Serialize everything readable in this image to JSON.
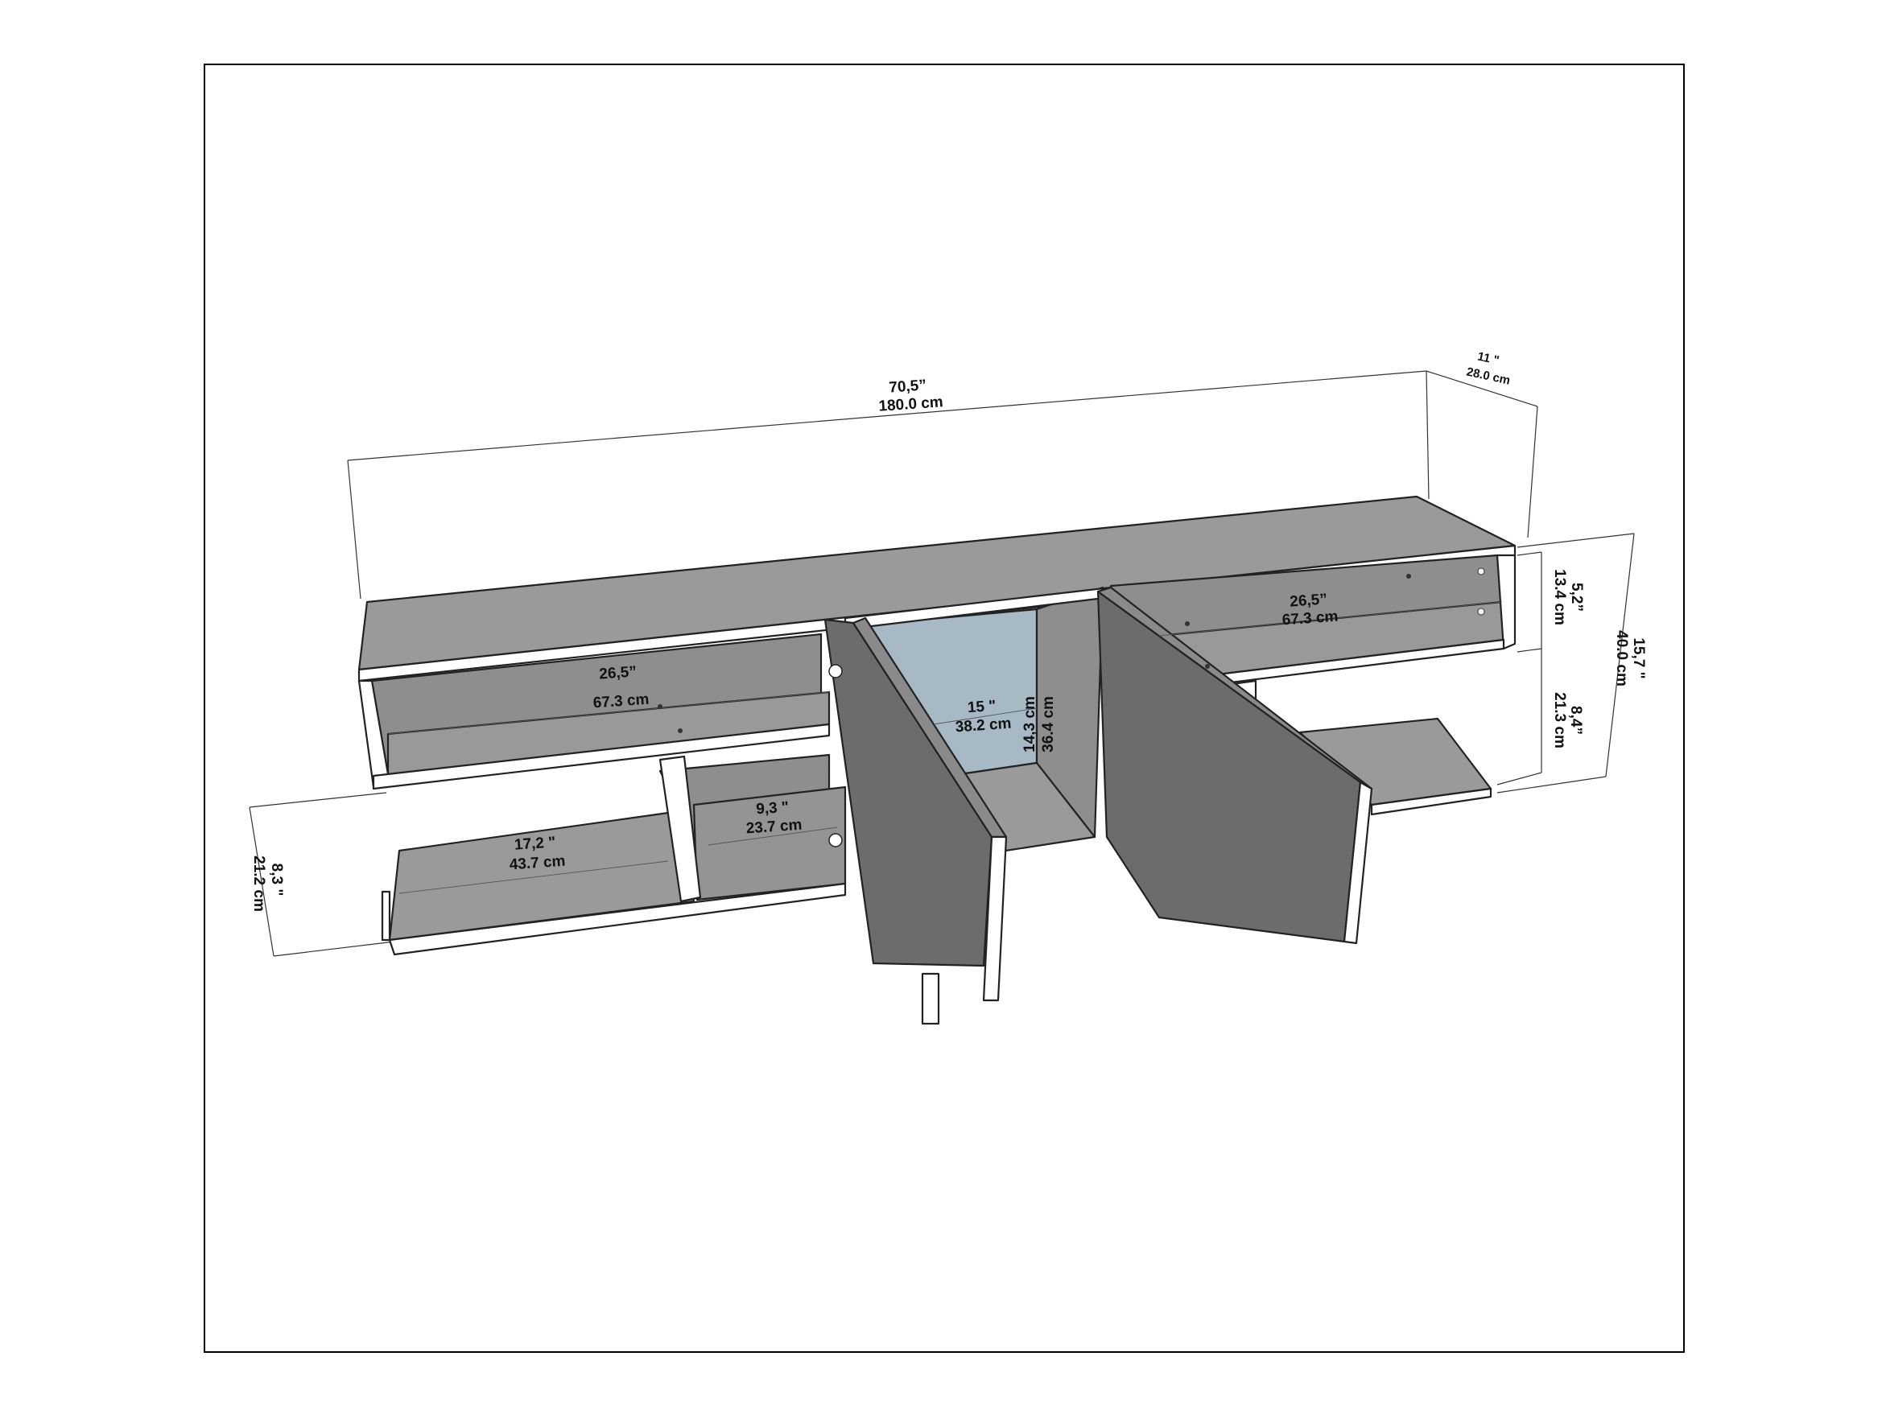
{
  "colors": {
    "panel_top": "#9a9a9a",
    "panel_interior": "#8e8e8e",
    "panel_front": "#ffffff",
    "door": "#6c6c6c",
    "glass": "#a6b9c4",
    "frame": "#000000",
    "line": "#222222"
  },
  "dimensions": {
    "total_width_in": "70,5”",
    "total_width_cm": "180.0 cm",
    "depth_in": "11 \"",
    "depth_cm": "28.0 cm",
    "top_right_height_in": "5,2”",
    "top_right_height_cm": "13.4 cm",
    "total_height_in": "15,7 \"",
    "total_height_cm": "40.0 cm",
    "lower_right_height_in": "8,4”",
    "lower_right_height_cm": "21.3 cm",
    "top_left_shelf_in": "26,5”",
    "top_left_shelf_cm": "67.3 cm",
    "top_right_shelf_in": "26,5”",
    "top_right_shelf_cm": "67.3 cm",
    "cabinet_width_in": "15 \"",
    "cabinet_width_cm": "38.2 cm",
    "cabinet_height_in": "14,3 cm",
    "cabinet_height_cm": "36.4 cm",
    "lower_mid_shelf_in": "9,3 \"",
    "lower_mid_shelf_cm": "23.7 cm",
    "lower_left_shelf_in": "17,2 \"",
    "lower_left_shelf_cm": "43.7 cm",
    "lower_left_height_in": "8,3 \"",
    "lower_left_height_cm": "21.2 cm"
  }
}
